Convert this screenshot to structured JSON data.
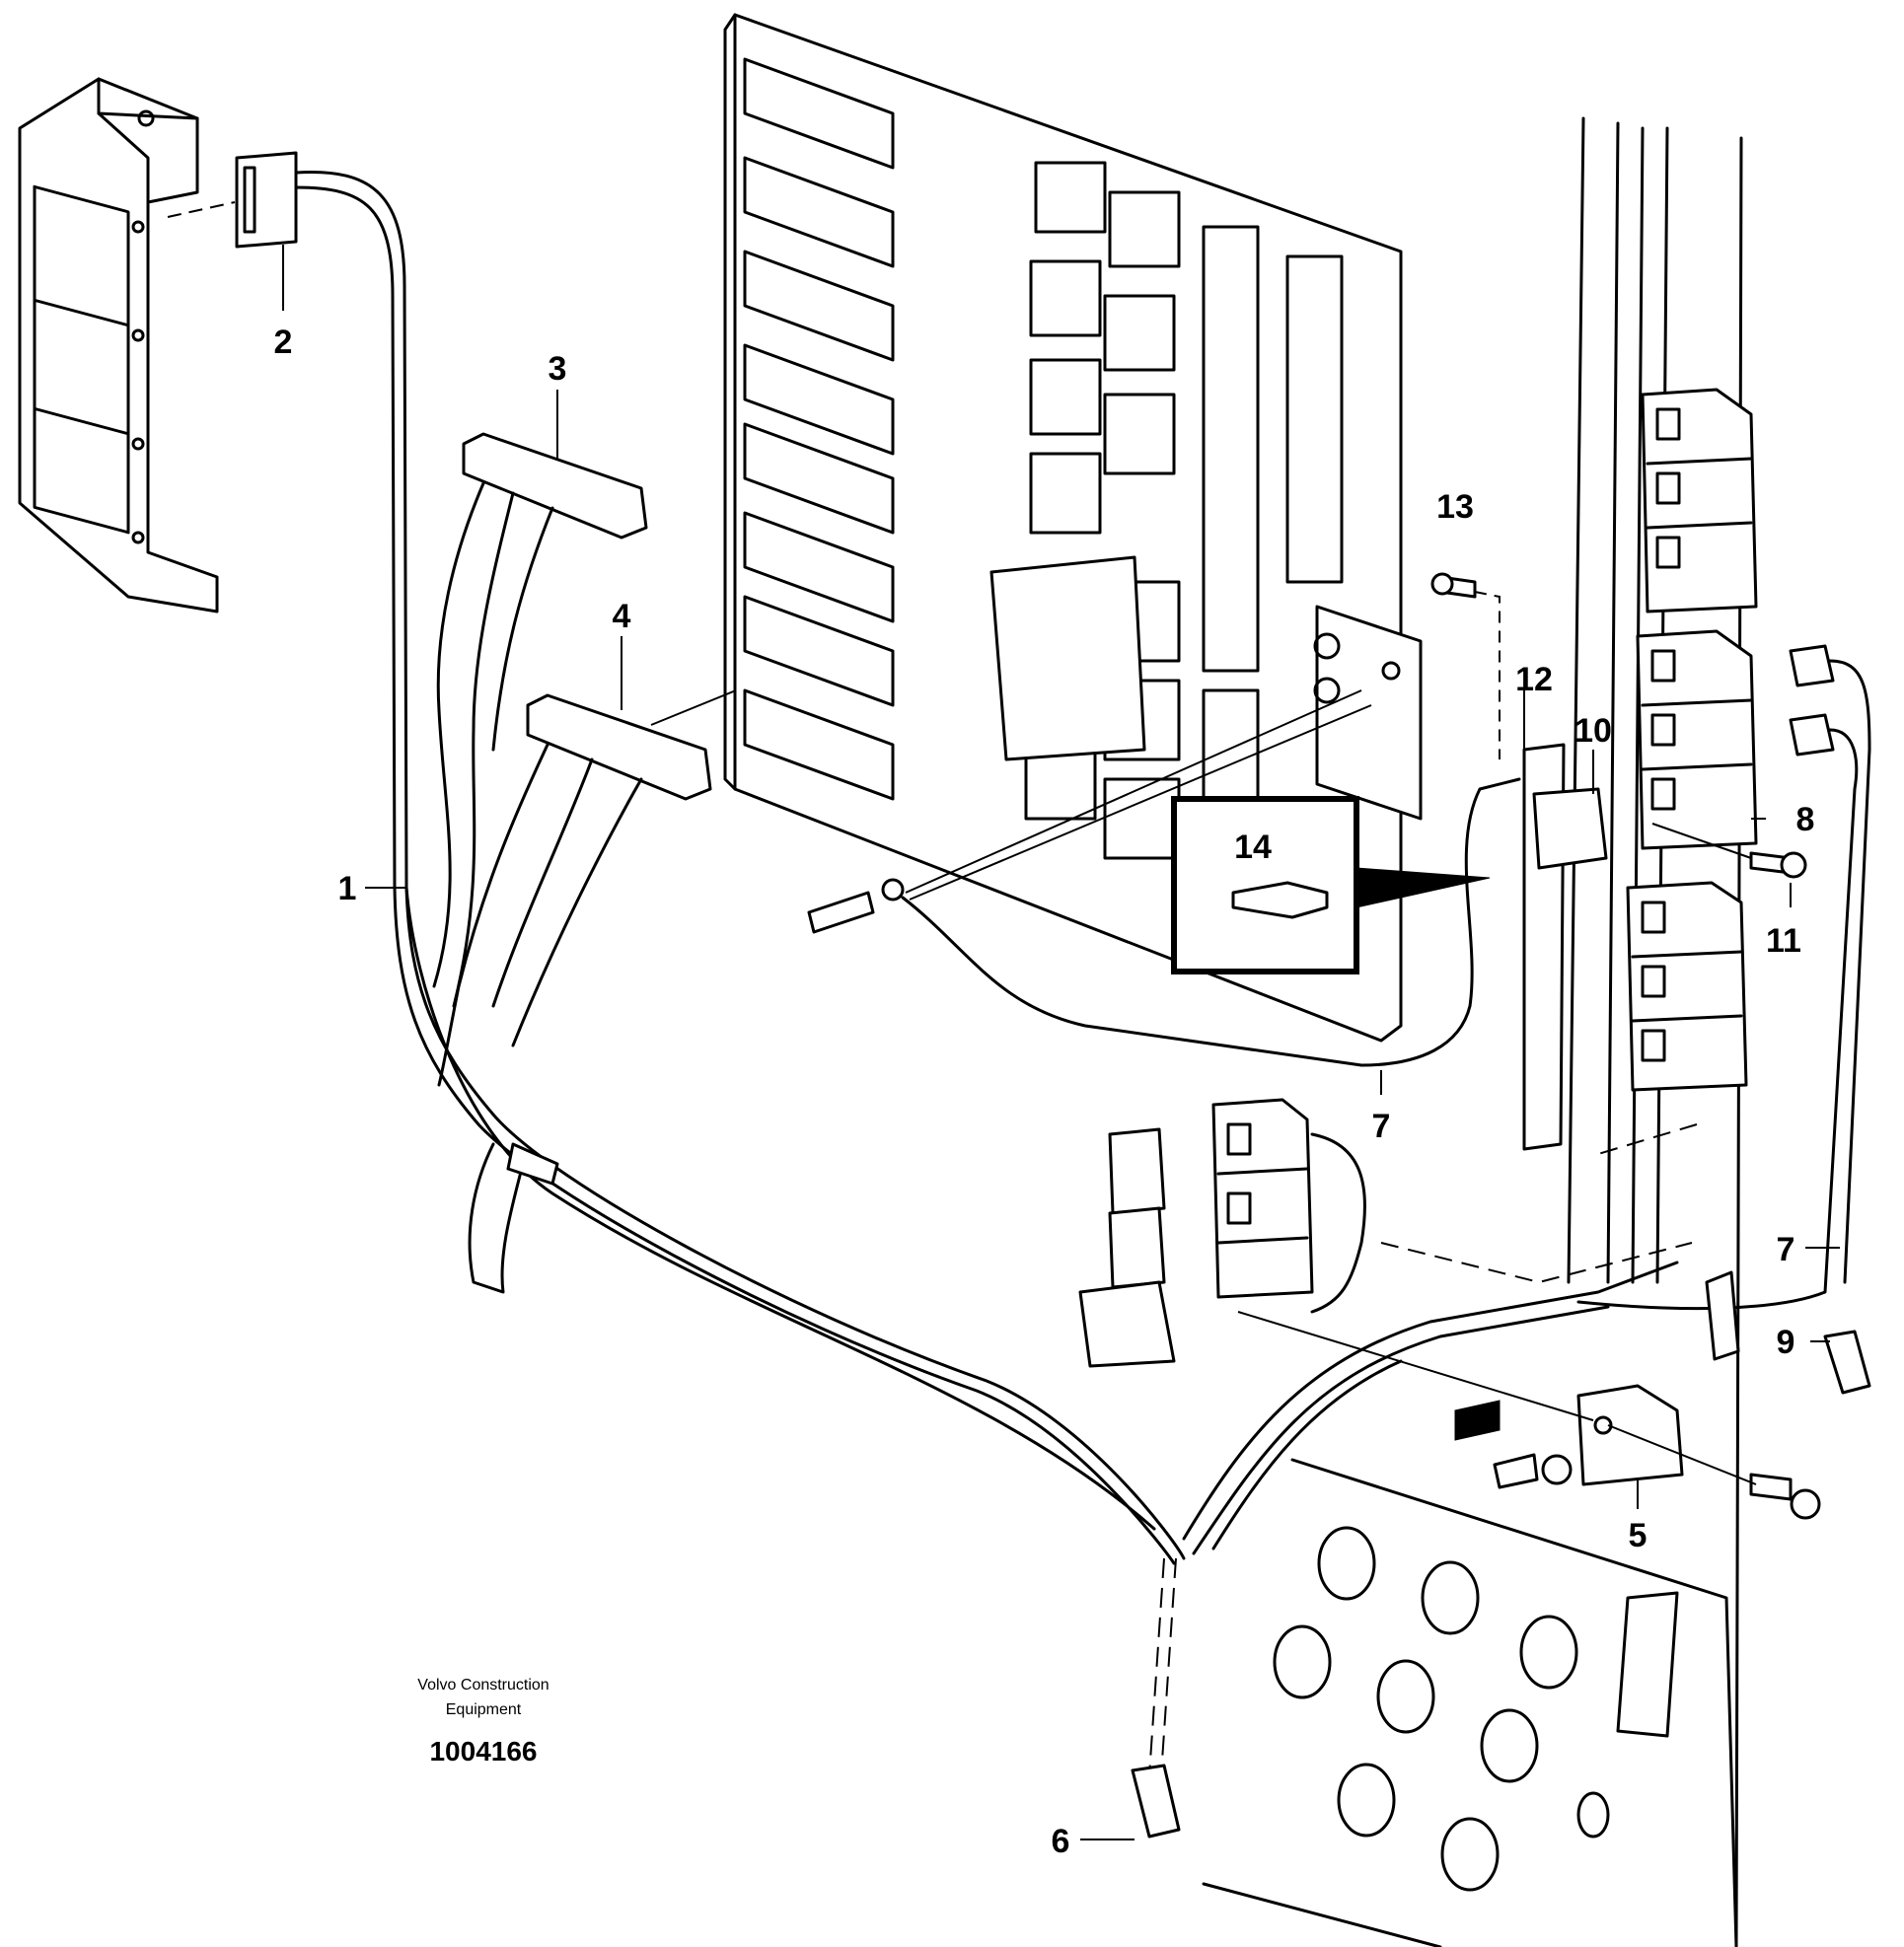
{
  "diagram": {
    "brand_line1": "Volvo Construction",
    "brand_line2": "Equipment",
    "drawing_number": "1004166",
    "callouts": [
      {
        "id": "c2",
        "label": "2"
      },
      {
        "id": "c3",
        "label": "3"
      },
      {
        "id": "c4",
        "label": "4"
      },
      {
        "id": "c1",
        "label": "1"
      },
      {
        "id": "c13",
        "label": "13"
      },
      {
        "id": "c12",
        "label": "12"
      },
      {
        "id": "c10",
        "label": "10"
      },
      {
        "id": "c14",
        "label": "14"
      },
      {
        "id": "c8",
        "label": "8"
      },
      {
        "id": "c11",
        "label": "11"
      },
      {
        "id": "c7a",
        "label": "7"
      },
      {
        "id": "c7b",
        "label": "7"
      },
      {
        "id": "c9",
        "label": "9"
      },
      {
        "id": "c5",
        "label": "5"
      },
      {
        "id": "c6",
        "label": "6"
      }
    ]
  }
}
